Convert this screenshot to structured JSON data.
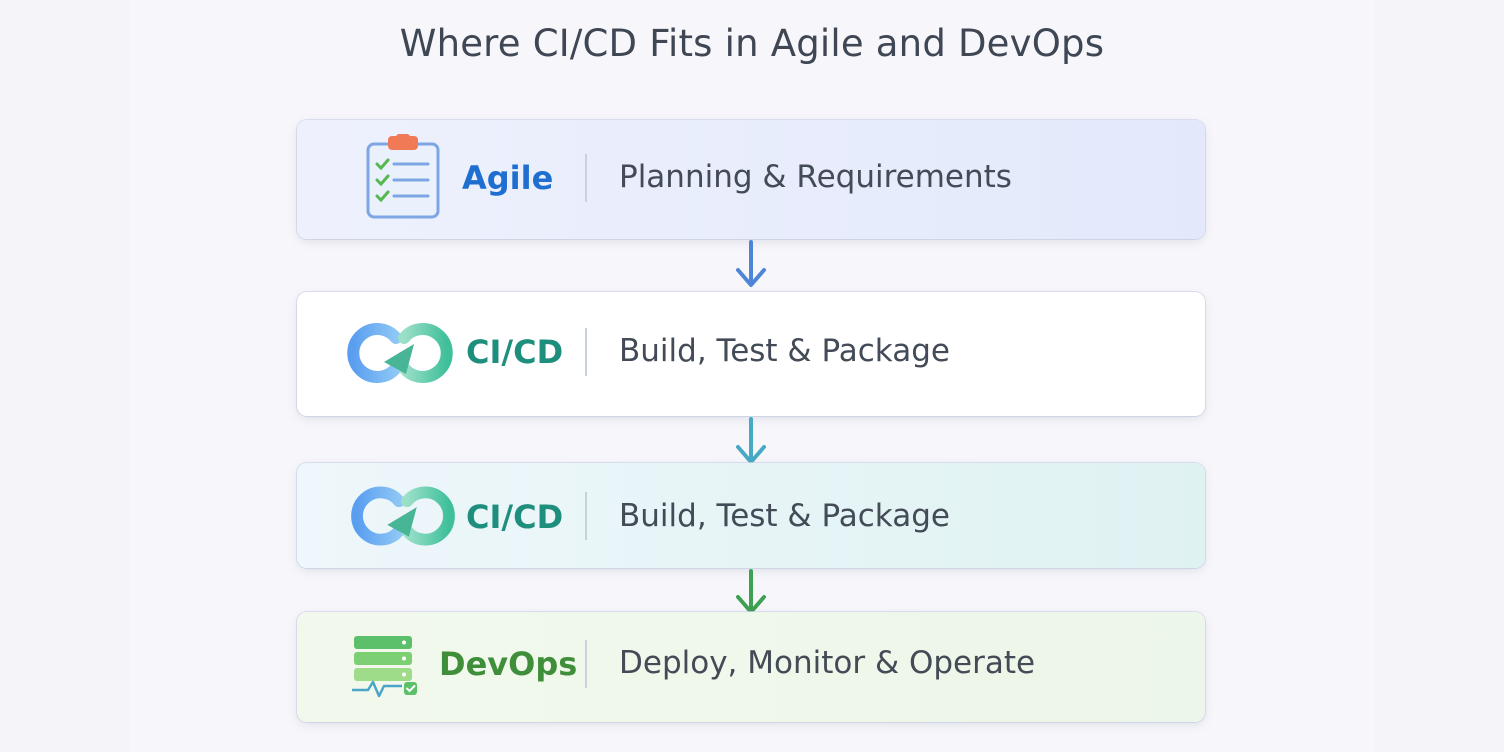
{
  "title": "Where CI/CD Fits in Agile and DevOps",
  "stages": [
    {
      "name": "Agile",
      "description": "Planning & Requirements",
      "color": "#1f6fd1",
      "icon": "clipboard-checklist-icon"
    },
    {
      "name": "CI/CD",
      "description": "Build, Test & Package",
      "color": "#1f8f7d",
      "icon": "infinity-loop-icon"
    },
    {
      "name": "CI/CD",
      "description": "Build, Test & Package",
      "color": "#1f8f7d",
      "icon": "infinity-loop-icon"
    },
    {
      "name": "DevOps",
      "description": "Deploy, Monitor & Operate",
      "color": "#3f8f3a",
      "icon": "server-monitor-icon"
    }
  ],
  "arrow_colors": [
    "#4f85d6",
    "#47a9c4",
    "#3ea052"
  ]
}
